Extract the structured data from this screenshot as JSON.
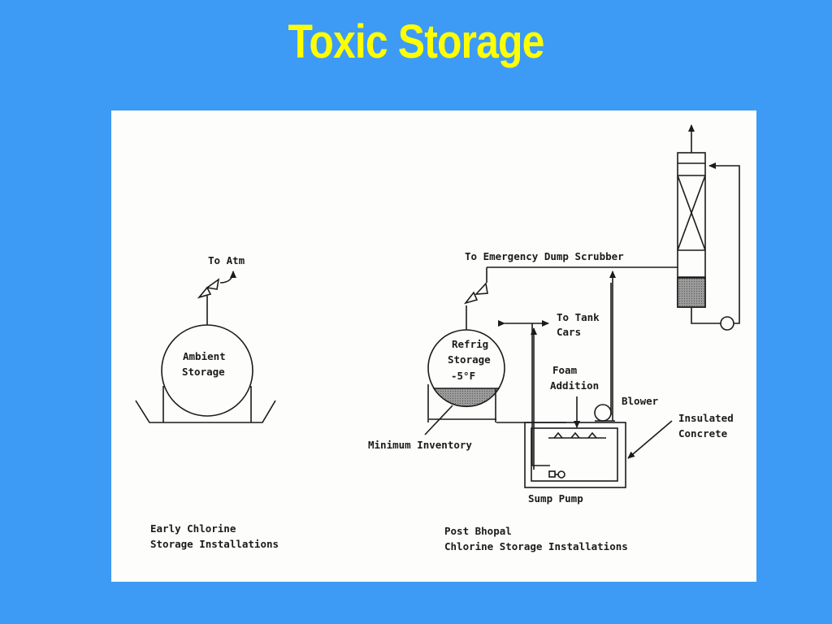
{
  "title": "Toxic Storage",
  "labels": {
    "to_atm": "To Atm",
    "ambient_1": "Ambient",
    "ambient_2": "Storage",
    "early_1": "Early Chlorine",
    "early_2": "Storage Installations",
    "scrubber": "To Emergency Dump Scrubber",
    "tank_cars_1": "To Tank",
    "tank_cars_2": "Cars",
    "refrig_1": "Refrig",
    "refrig_2": "Storage",
    "refrig_3": "-5°F",
    "foam_1": "Foam",
    "foam_2": "Addition",
    "blower": "Blower",
    "insulated_1": "Insulated",
    "insulated_2": "Concrete",
    "min_inventory": "Minimum Inventory",
    "sump_pump": "Sump Pump",
    "post_1": "Post Bhopal",
    "post_2": "Chlorine Storage Installations"
  },
  "colors": {
    "background": "#3d9bf5",
    "title": "#ffff00",
    "panel": "#fdfdfb",
    "ink": "#1b1b1b",
    "fill_gray": "#8a8a8a"
  }
}
